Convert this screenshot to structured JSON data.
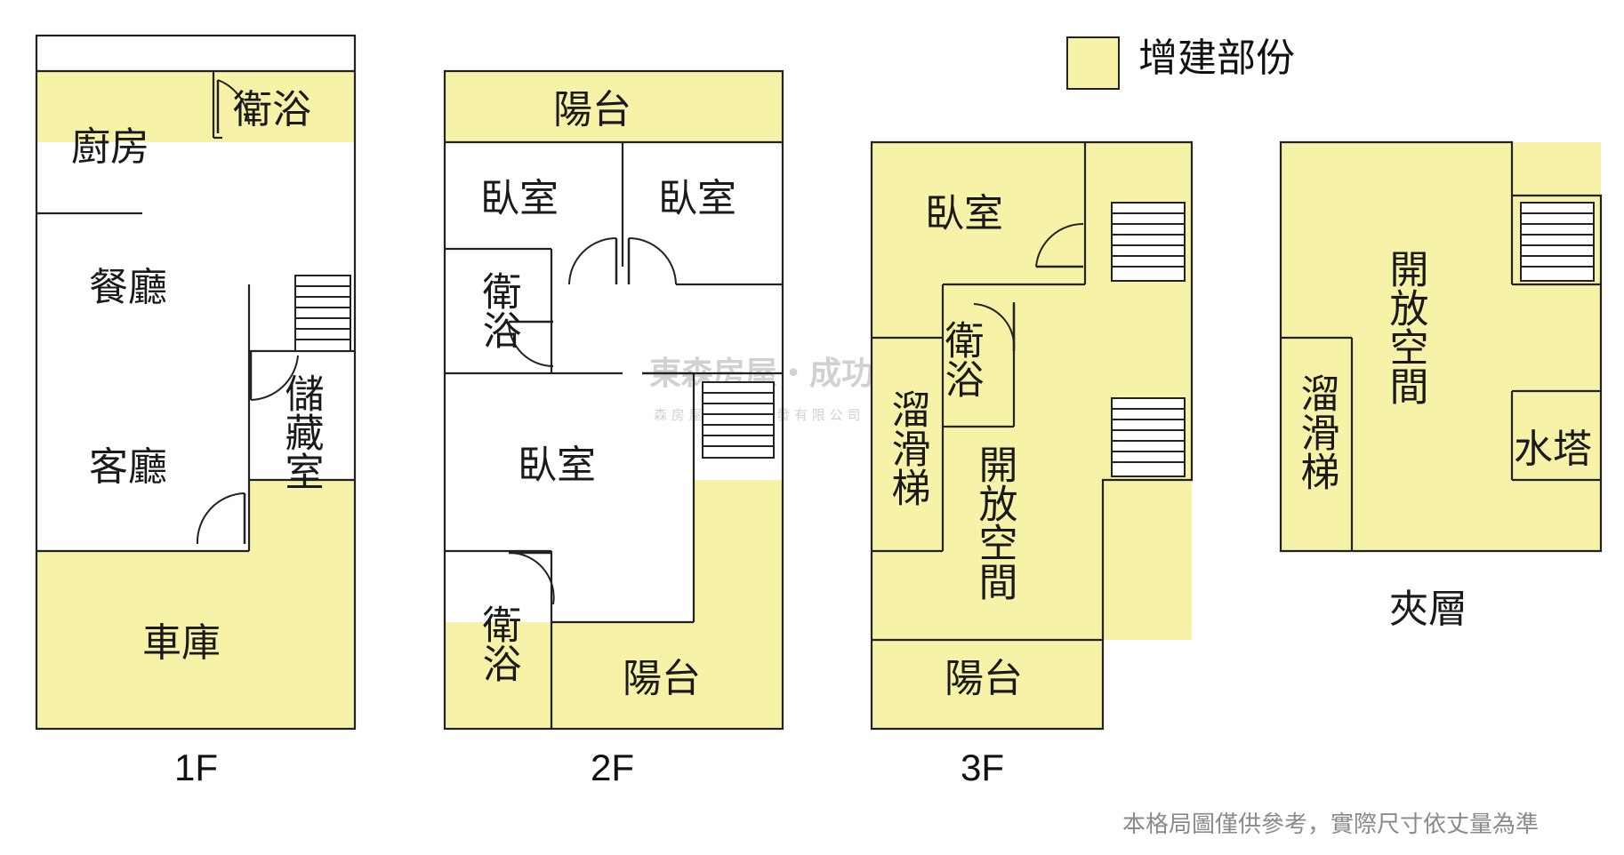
{
  "colors": {
    "addition": "#f6f3a8",
    "wall": "#222222"
  },
  "legend": {
    "label": "增建部份"
  },
  "watermark": {
    "main": "東森房屋・成功海安",
    "sub": "森 房 屋 不 動 產 開 發 有 限 公 司"
  },
  "footnote": "本格局圖僅供參考，實際尺寸依丈量為準",
  "floors": {
    "f1": {
      "label": "1F",
      "rooms": {
        "bath": "衛浴",
        "kitchen": "廚房",
        "dining": "餐廳",
        "living": "客廳",
        "storage": "儲藏室",
        "garage": "車庫"
      }
    },
    "f2": {
      "label": "2F",
      "rooms": {
        "balcony_top": "陽台",
        "bed1": "臥室",
        "bed2": "臥室",
        "bath1": "衛浴",
        "bed3": "臥室",
        "bath2": "衛浴",
        "balcony_bottom": "陽台"
      }
    },
    "f3": {
      "label": "3F",
      "rooms": {
        "bed": "臥室",
        "bath": "衛浴",
        "slide": "溜滑梯",
        "open": "開放空間",
        "balcony": "陽台"
      }
    },
    "mezz": {
      "label": "夾層",
      "rooms": {
        "slide": "溜滑梯",
        "open": "開放空間",
        "tower": "水塔"
      }
    }
  }
}
